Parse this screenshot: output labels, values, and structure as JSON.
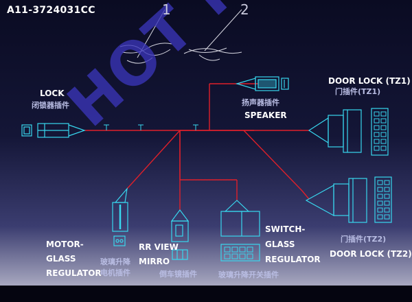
{
  "part_code": "A11-3724031CC",
  "callouts": [
    "1",
    "2"
  ],
  "watermark": "HOT PARTS",
  "labels": {
    "lock_en": "LOCK",
    "lock_cn": "闭锁器插件",
    "speaker_cn": "扬声器插件",
    "speaker_en": "SPEAKER",
    "door_lock_tz1_en": "DOOR LOCK (TZ1)",
    "door_lock_tz1_cn": "门插件(TZ1)",
    "door_lock_tz2_cn": "门插件(TZ2)",
    "door_lock_tz2_en": "DOOR LOCK (TZ2)",
    "motor_glass_regulator_en": [
      "MOTOR-",
      "GLASS",
      "REGULATOR"
    ],
    "motor_glass_regulator_cn": [
      "玻璃升降",
      "电机插件"
    ],
    "rr_view_mirror_en": [
      "RR VIEW",
      "MIRRO"
    ],
    "rr_view_mirror_cn": "倒车镜插件",
    "switch_glass_regulator_en": [
      "SWITCH-",
      "GLASS",
      "REGULATOR"
    ],
    "switch_glass_regulator_cn": "玻璃升降开关插件"
  },
  "colors": {
    "wire": "#e0202a",
    "connector": "#38d8ef",
    "accent_blue": "#3a35b8"
  }
}
